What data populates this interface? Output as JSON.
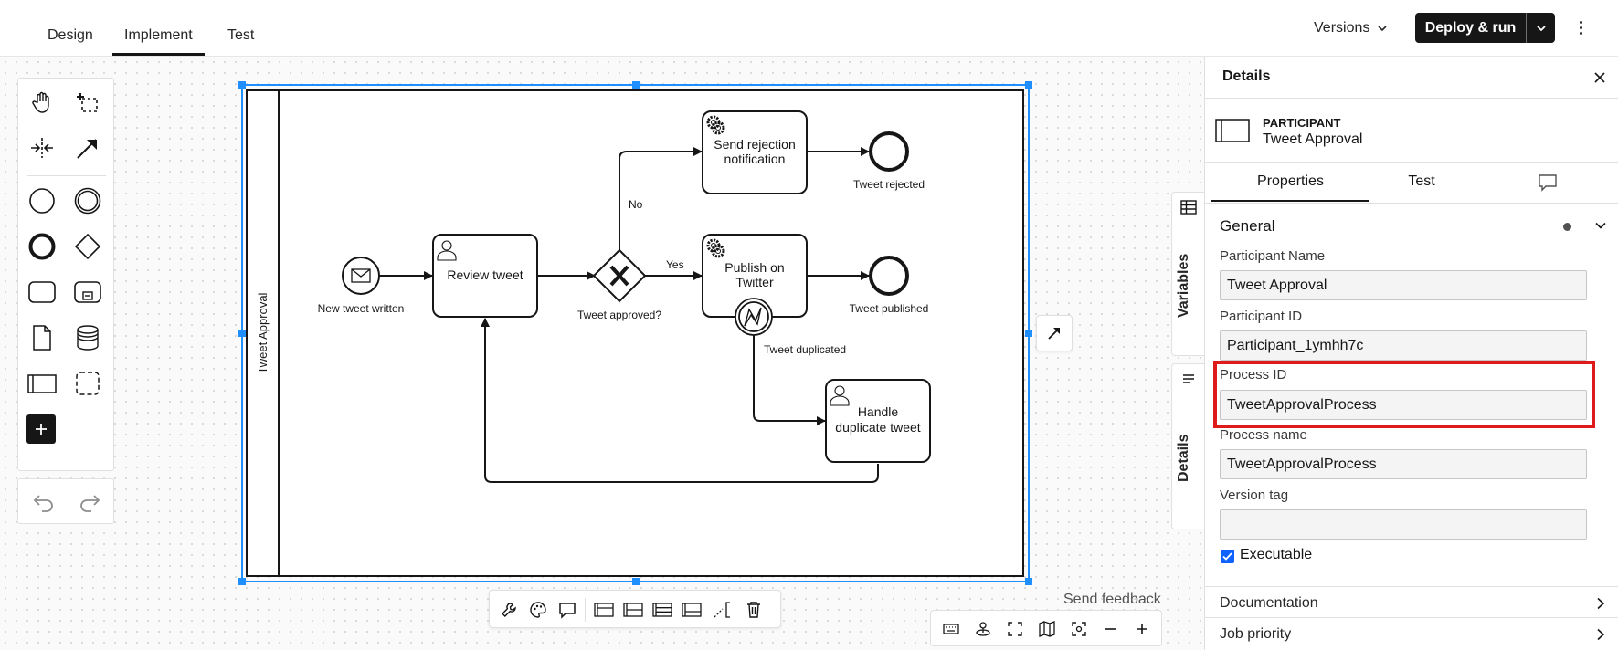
{
  "colors": {
    "accent": "#0f62fe",
    "highlight": "#e0191a",
    "selection": "#1f8fff",
    "ink": "#161616"
  },
  "topbar": {
    "tabs": [
      {
        "label": "Design",
        "active": false
      },
      {
        "label": "Implement",
        "active": true
      },
      {
        "label": "Test",
        "active": false
      }
    ],
    "versions_label": "Versions",
    "deploy_label": "Deploy & run"
  },
  "palette": {
    "tools": [
      "hand-tool",
      "lasso-tool",
      "space-tool",
      "connect-tool",
      "start-event",
      "intermediate-event",
      "end-event",
      "gateway",
      "task",
      "subprocess",
      "data-object",
      "data-store",
      "pool",
      "group",
      "more"
    ],
    "undo": "undo",
    "redo": "redo"
  },
  "diagram": {
    "pool_label": "Tweet Approval",
    "start_event_label": "New tweet written",
    "review_task": "Review tweet",
    "gateway_label": "Tweet approved?",
    "flow_no": "No",
    "flow_yes": "Yes",
    "rejection_task_line1": "Send rejection",
    "rejection_task_line2": "notification",
    "rejected_end_label": "Tweet rejected",
    "publish_task_line1": "Publish on",
    "publish_task_line2": "Twitter",
    "published_end_label": "Tweet published",
    "boundary_label": "Tweet duplicated",
    "duplicate_task_line1": "Handle",
    "duplicate_task_line2": "duplicate tweet"
  },
  "canvas": {
    "send_feedback": "Send feedback"
  },
  "rail": {
    "variables": "Variables",
    "details": "Details"
  },
  "panel": {
    "title": "Details",
    "element_type": "PARTICIPANT",
    "element_name": "Tweet Approval",
    "tabs": [
      "Properties",
      "Test"
    ],
    "section": "General",
    "fields": {
      "participant_name_label": "Participant Name",
      "participant_name": "Tweet Approval",
      "participant_id_label": "Participant ID",
      "participant_id": "Participant_1ymhh7c",
      "process_id_label": "Process ID",
      "process_id": "TweetApprovalProcess",
      "process_name_label": "Process name",
      "process_name": "TweetApprovalProcess",
      "version_tag_label": "Version tag",
      "version_tag": ""
    },
    "executable_label": "Executable",
    "executable": true,
    "documentation": "Documentation",
    "job_priority": "Job priority"
  }
}
